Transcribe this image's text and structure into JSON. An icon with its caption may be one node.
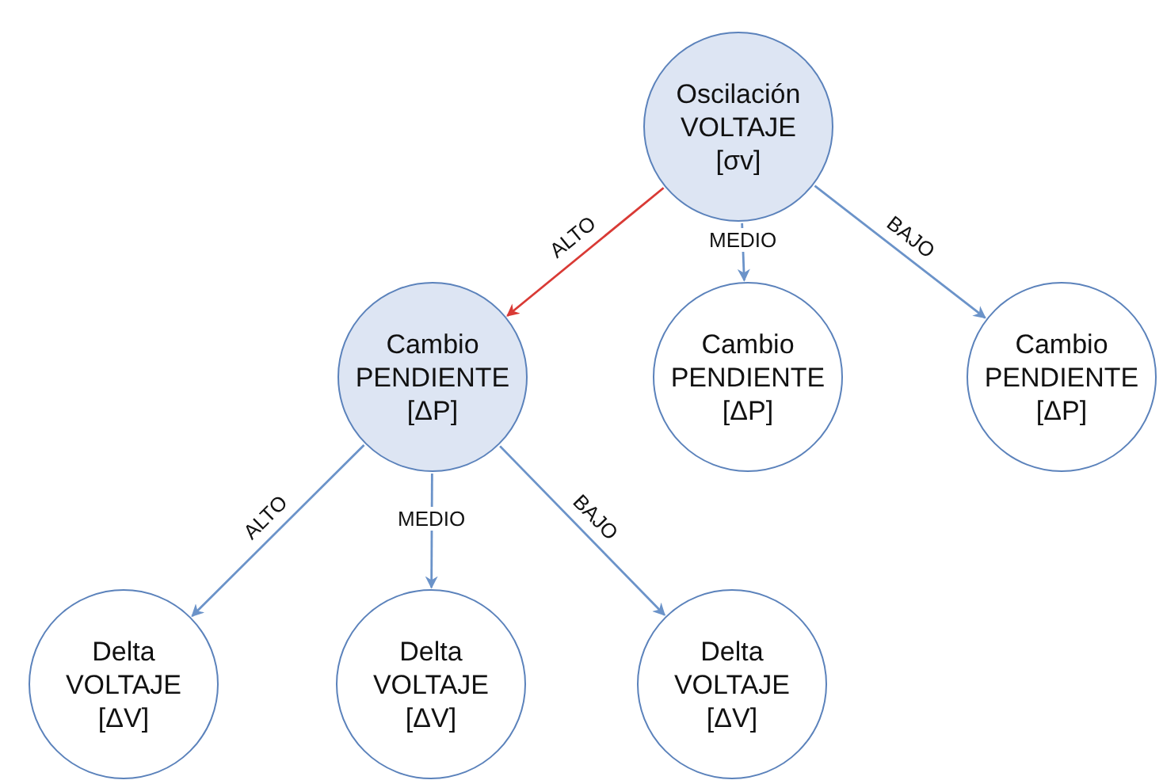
{
  "diagram": {
    "nodes": [
      {
        "text": [
          "Oscilación VOLTAJE [σv]"
        ]
      },
      {
        "text": [
          "Cambio PENDIENTE [ΔP]"
        ]
      },
      {
        "text": [
          "Cambio PENDIENTE [ΔP]"
        ]
      },
      {
        "text": [
          "Cambio PENDIENTE [ΔP]"
        ]
      },
      {
        "text": [
          "Delta VOLTAJE [ΔV]"
        ]
      },
      {
        "text": [
          "Delta VOLTAJE [ΔV]"
        ]
      },
      {
        "text": [
          "Delta VOLTAJE [ΔV]"
        ]
      }
    ],
    "edges": [
      {
        "from": 0,
        "to": 1,
        "arrow": "to",
        "label": "ALTO",
        "color": "#d93a35"
      },
      {
        "from": 0,
        "to": 2,
        "arrow": "to",
        "label": "MEDIO"
      },
      {
        "from": 0,
        "to": 3,
        "arrow": "to",
        "label": "BAJO"
      },
      {
        "from": 1,
        "to": 4,
        "arrow": "to",
        "label": "ALTO"
      },
      {
        "from": 1,
        "to": 5,
        "arrow": "to",
        "label": "MEDIO"
      },
      {
        "from": 1,
        "to": 6,
        "arrow": "to",
        "label": "BAJO"
      }
    ]
  }
}
